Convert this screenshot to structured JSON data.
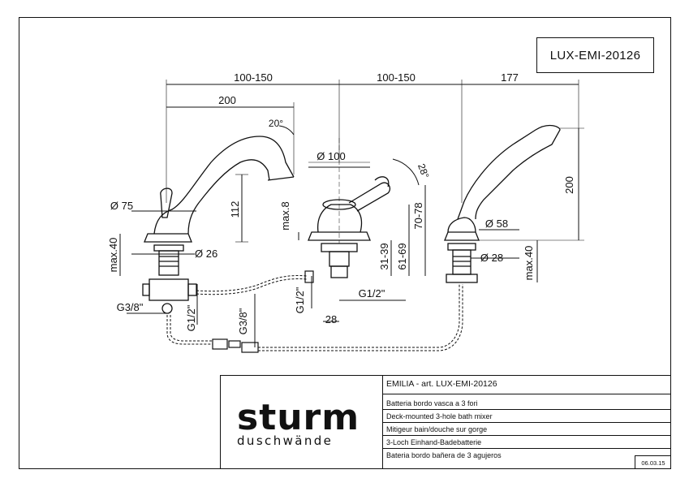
{
  "article_code": "LUX-EMI-20126",
  "dimensions": {
    "top": [
      "100-150",
      "100-150",
      "177"
    ],
    "spout_reach": "200",
    "spout_angle": "20°",
    "spout_height": "112",
    "base_diameter": "Ø 75",
    "max_deck_left": "max.40",
    "stem_diameter_left": "Ø 26",
    "thread_g38": "G3/8\"",
    "thread_g12_left": "G1/2\"",
    "thread_g38_vertical": "G3/8\"",
    "handle_diameter": "Ø 100",
    "handle_angle": "28°",
    "max_deck_mid": "max.8",
    "range_a": "31-39",
    "range_b": "61-69",
    "range_c": "70-78",
    "thread_g12_vertical": "G1/2\"",
    "thread_g12_horizontal": "G1/2\"",
    "width_28": "28",
    "handshower_height": "200",
    "holder_diameter": "Ø 58",
    "holder_stem_diameter": "Ø 28",
    "max_deck_right": "max.40"
  },
  "title_block": {
    "title": "EMILIA - art. LUX-EMI-20126",
    "descriptions": [
      "Batteria bordo vasca a 3 fori",
      "Deck-mounted 3-hole bath mixer",
      "Mitigeur bain/douche sur gorge",
      "3-Loch Einhand-Badebatterie",
      "Bateria bordo bañera de 3 agujeros"
    ],
    "date": "06.03.15"
  },
  "logo": {
    "brand": "sturm",
    "tagline": "duschwände"
  }
}
